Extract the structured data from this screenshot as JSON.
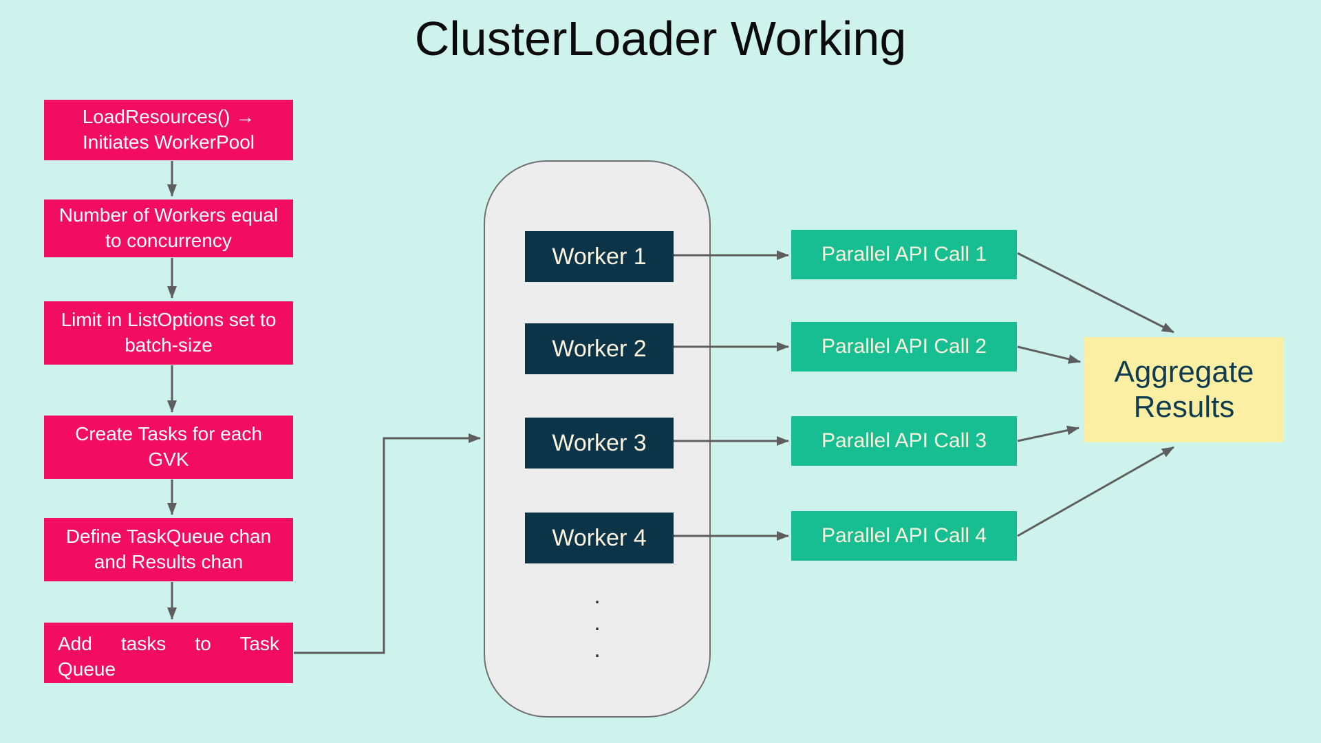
{
  "title": "ClusterLoader Working",
  "steps": [
    {
      "label": "LoadResources() → Initiates WorkerPool"
    },
    {
      "label": "Number of Workers equal to concurrency"
    },
    {
      "label": "Limit in ListOptions set to batch-size"
    },
    {
      "label": "Create Tasks for each GVK"
    },
    {
      "label": "Define TaskQueue chan and Results chan"
    },
    {
      "label": "Add tasks to Task Queue",
      "line1": "Add tasks to Task",
      "line2": "Queue"
    }
  ],
  "worker_pool": {
    "workers": [
      {
        "label": "Worker 1"
      },
      {
        "label": "Worker 2"
      },
      {
        "label": "Worker 3"
      },
      {
        "label": "Worker 4"
      }
    ],
    "ellipsis": ".\n.\n."
  },
  "api_calls": [
    {
      "label": "Parallel API Call 1"
    },
    {
      "label": "Parallel API Call 2"
    },
    {
      "label": "Parallel API Call 3"
    },
    {
      "label": "Parallel API Call 4"
    }
  ],
  "aggregate": {
    "label": "Aggregate Results"
  },
  "colors": {
    "background": "#CEF2EC",
    "step_box": "#F20D63",
    "step_text": "#FFFFFF",
    "worker_box": "#0B3449",
    "worker_text": "#FCF4DC",
    "api_box": "#16BE92",
    "api_text": "#FCF4DC",
    "aggregate_box": "#FBEFA3",
    "aggregate_text": "#0E3A52",
    "pool_fill": "#EDEDED",
    "pool_border": "#6F6F6F",
    "arrow": "#5E5E5E",
    "title_text": "#0B0B0B"
  }
}
